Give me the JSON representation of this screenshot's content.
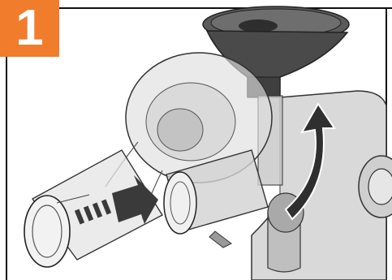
{
  "step": {
    "number": "1"
  },
  "colors": {
    "badge": "#f07c2c",
    "frame": "#111111",
    "arrow": "#3a3a3a",
    "plastic_dark": "#444444",
    "plastic_light": "#bdbdbd",
    "machine_body": "#d8d8d8"
  },
  "illustration": {
    "subject": "juicer-attachment-assembly",
    "parts": [
      "feed-tube-hopper",
      "transparent-cover",
      "juicing-screen",
      "machine-body"
    ],
    "arrows": [
      "insert-direction-arrow",
      "rotate-direction-arrow"
    ]
  }
}
